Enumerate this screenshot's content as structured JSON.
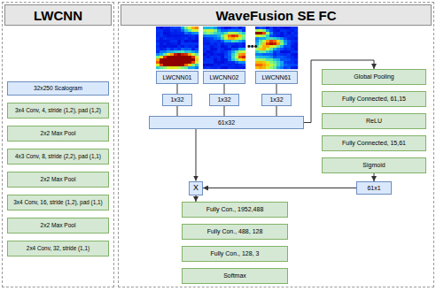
{
  "diagram": {
    "nodes": [
      {
        "text": [
          "LWCNN"
        ]
      },
      {
        "text": [
          "32x250 Scalogram"
        ],
        "in": 0
      },
      {
        "text": [
          "3x4 Conv, 4, stride (1,2), pad (1,2)"
        ],
        "in": 0
      },
      {
        "text": [
          "2x2 Max Pool"
        ],
        "in": 0
      },
      {
        "text": [
          "4x3 Conv, 8, stride (2,2), pad (1,1)"
        ],
        "in": 0
      },
      {
        "text": [
          "2x2 Max Pool"
        ],
        "in": 0
      },
      {
        "text": [
          "3x4 Conv, 16, stride (1,2), pad (1,1)"
        ],
        "in": 0
      },
      {
        "text": [
          "2x2 Max Pool"
        ],
        "in": 0
      },
      {
        "text": [
          "2x4 Conv, 32, stride (1,1)"
        ],
        "in": 0
      },
      {
        "text": [
          "WaveFusion SE FC"
        ]
      },
      {
        "text": [
          "LWCNN01"
        ],
        "in": 9
      },
      {
        "text": [
          "LWCNN02"
        ],
        "in": 9
      },
      {
        "text": [
          "LWCNN61"
        ],
        "in": 9
      },
      {
        "text": [
          "1x32"
        ],
        "in": 9
      },
      {
        "text": [
          "1x32"
        ],
        "in": 9
      },
      {
        "text": [
          "1x32"
        ],
        "in": 9
      },
      {
        "text": [
          "61x32"
        ],
        "in": 9
      },
      {
        "text": [
          "Global Pooling"
        ],
        "in": 9
      },
      {
        "text": [
          "Fully Connected, 61,15"
        ],
        "in": 9
      },
      {
        "text": [
          "ReLU"
        ],
        "in": 9
      },
      {
        "text": [
          "Fully Connected, 15,61"
        ],
        "in": 9
      },
      {
        "text": [
          "Sigmoid"
        ],
        "in": 9
      },
      {
        "text": [
          "61x1"
        ],
        "in": 9
      },
      {
        "text": [
          "X"
        ],
        "in": 9
      },
      {
        "text": [
          "Fully Con., 1952,488"
        ],
        "in": 9
      },
      {
        "text": [
          "Fully Con., 488, 128"
        ],
        "in": 9
      },
      {
        "text": [
          "Fully Con., 128, 3"
        ],
        "in": 9
      },
      {
        "text": [
          "Softmax"
        ],
        "in": 9
      }
    ],
    "edges": [
      {
        "from": 10,
        "to": 13,
        "arrow": "none"
      },
      {
        "from": 11,
        "to": 14,
        "arrow": "none"
      },
      {
        "from": 12,
        "to": 15,
        "arrow": "none"
      },
      {
        "from": 13,
        "to": 16,
        "arrow": "none"
      },
      {
        "from": 14,
        "to": 16,
        "arrow": "none"
      },
      {
        "from": 15,
        "to": 16,
        "arrow": "none"
      },
      {
        "from": 16,
        "to": 17,
        "arrow": "to"
      },
      {
        "from": 16,
        "to": 23,
        "arrow": "to"
      },
      {
        "from": 21,
        "to": 22,
        "arrow": "to"
      },
      {
        "from": 22,
        "to": 23,
        "arrow": "to"
      },
      {
        "from": 23,
        "to": 24,
        "arrow": "to"
      }
    ],
    "labels": [
      "•••"
    ]
  }
}
